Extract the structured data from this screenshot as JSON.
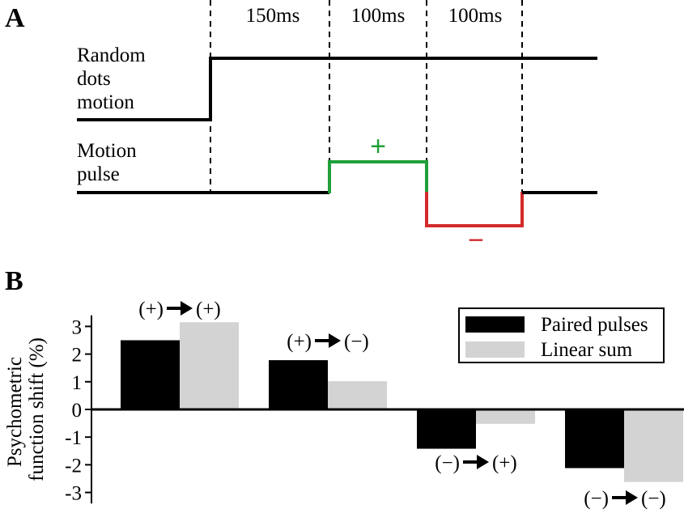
{
  "panel_a": {
    "label": "A",
    "intervals": [
      "150ms",
      "100ms",
      "100ms"
    ],
    "row1_label": [
      "Random",
      "dots",
      "motion"
    ],
    "row2_label": [
      "Motion",
      "pulse"
    ],
    "plus_sign": "+",
    "minus_sign": "−",
    "colors": {
      "positive": "#1fa03a",
      "negative": "#d42a2a",
      "trace": "#000000"
    }
  },
  "panel_b": {
    "label": "B"
  },
  "chart_data": {
    "type": "bar",
    "title": "",
    "xlabel": "",
    "ylabel": "Psychometric function shift (%)",
    "ylabel_lines": [
      "Psychometric",
      "function shift (%)"
    ],
    "ylim": [
      -3.4,
      3.4
    ],
    "yticks": [
      3,
      2,
      1,
      0,
      -1,
      -2,
      -3
    ],
    "ytick_labels": [
      "3",
      "2",
      "1",
      "0",
      "-1",
      "-2",
      "-3"
    ],
    "categories": [
      "(+) → (+)",
      "(+) → (−)",
      "(−) → (+)",
      "(−) → (−)"
    ],
    "category_parts": [
      {
        "left": "(+)",
        "right": "(+)"
      },
      {
        "left": "(+)",
        "right": "(−)"
      },
      {
        "left": "(−)",
        "right": "(+)"
      },
      {
        "left": "(−)",
        "right": "(−)"
      }
    ],
    "series": [
      {
        "name": "Paired pulses",
        "color": "#000000",
        "values": [
          2.5,
          1.78,
          -1.42,
          -2.12
        ]
      },
      {
        "name": "Linear sum",
        "color": "#d3d3d3",
        "values": [
          3.15,
          1.02,
          -0.52,
          -2.62
        ]
      }
    ],
    "legend_position": "top-right",
    "grid": false
  }
}
